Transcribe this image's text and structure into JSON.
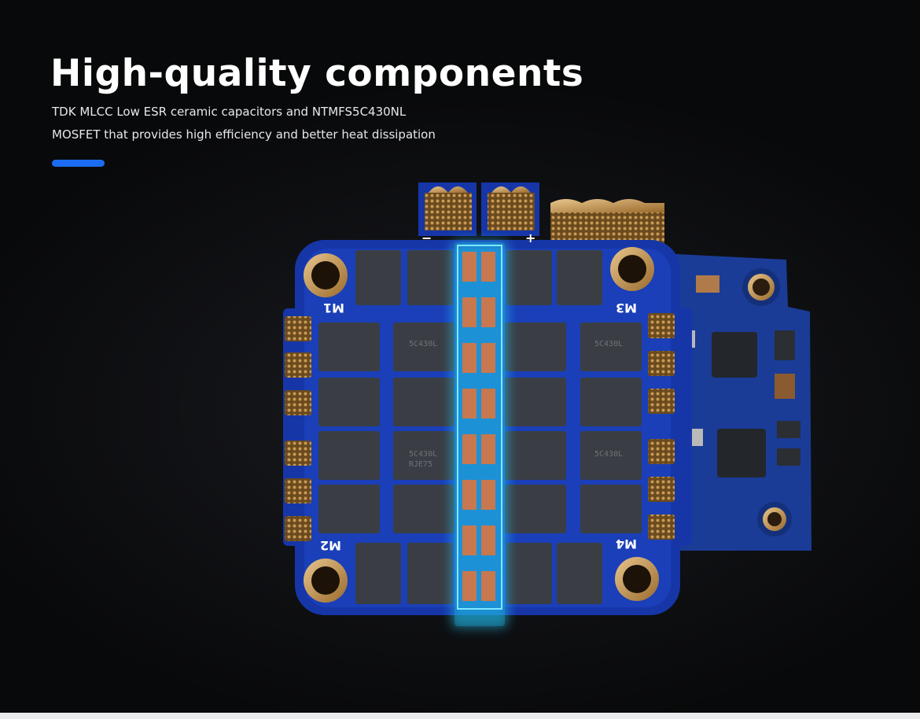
{
  "header": {
    "title": "High-quality components",
    "subtitle_line1": "TDK MLCC Low ESR ceramic capacitors and NTMFS5C430NL",
    "subtitle_line2": "MOSFET that provides high efficiency and better heat dissipation"
  },
  "board": {
    "motor_labels": [
      "M1",
      "M2",
      "M3",
      "M4"
    ],
    "pad_marks": [
      "−",
      "+"
    ],
    "chip_marking": "5C430L",
    "chip_marking_2": "RJE75"
  },
  "colors": {
    "accent": "#1b6cf2",
    "pcb": "#1636a8",
    "highlight": "#3fd4ff",
    "background": "#0b0c0e"
  }
}
